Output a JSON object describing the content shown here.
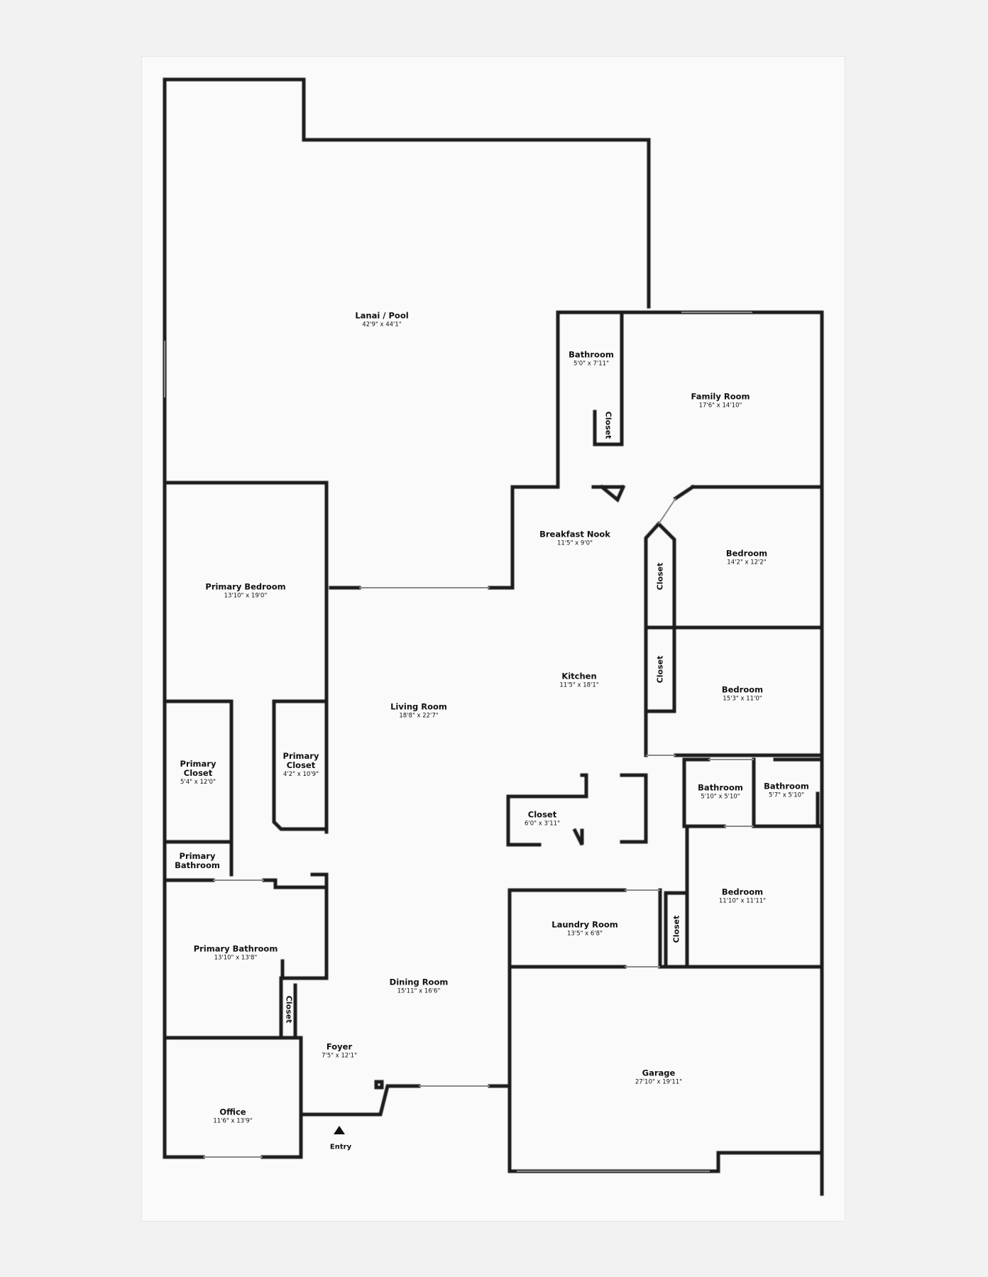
{
  "rooms": {
    "lanai": {
      "name": "Lanai / Pool",
      "dims": "42'9\" x 44'1\""
    },
    "bath_top": {
      "name": "Bathroom",
      "dims": "5'0\" x 7'11\""
    },
    "family": {
      "name": "Family Room",
      "dims": "17'6\" x 14'10\""
    },
    "nook": {
      "name": "Breakfast Nook",
      "dims": "11'5\" x 9'0\""
    },
    "bed1": {
      "name": "Bedroom",
      "dims": "14'2\" x 12'2\""
    },
    "primary_bed": {
      "name": "Primary Bedroom",
      "dims": "13'10\" x 19'0\""
    },
    "kitchen": {
      "name": "Kitchen",
      "dims": "11'5\" x 18'1\""
    },
    "bed2": {
      "name": "Bedroom",
      "dims": "15'3\" x 11'0\""
    },
    "living": {
      "name": "Living Room",
      "dims": "18'8\" x 22'7\""
    },
    "pcloset_left": {
      "name": "Primary Closet",
      "dims": "5'4\" x 12'0\""
    },
    "pcloset_mid": {
      "name": "Primary Closet",
      "dims": "4'2\" x 10'9\""
    },
    "bath_mid1": {
      "name": "Bathroom",
      "dims": "5'10\" x 5'10\""
    },
    "bath_mid2": {
      "name": "Bathroom",
      "dims": "5'7\" x 5'10\""
    },
    "closet_mid": {
      "name": "Closet",
      "dims": "6'0\" x 3'11\""
    },
    "pbath_small": {
      "name": "Primary Bathroom"
    },
    "bed3": {
      "name": "Bedroom",
      "dims": "11'10\" x 11'11\""
    },
    "laundry": {
      "name": "Laundry Room",
      "dims": "13'5\" x 6'8\""
    },
    "pbath": {
      "name": "Primary Bathroom",
      "dims": "13'10\" x 13'8\""
    },
    "dining": {
      "name": "Dining Room",
      "dims": "15'11\" x 16'6\""
    },
    "foyer": {
      "name": "Foyer",
      "dims": "7'5\" x 12'1\""
    },
    "garage": {
      "name": "Garage",
      "dims": "27'10\" x 19'11\""
    },
    "office": {
      "name": "Office",
      "dims": "11'6\" x 13'9\""
    }
  },
  "closet_labels": {
    "c1": "Closet",
    "c2": "Closet",
    "c3": "Closet",
    "c4": "Closet",
    "c5": "Closet"
  },
  "entry": "Entry"
}
